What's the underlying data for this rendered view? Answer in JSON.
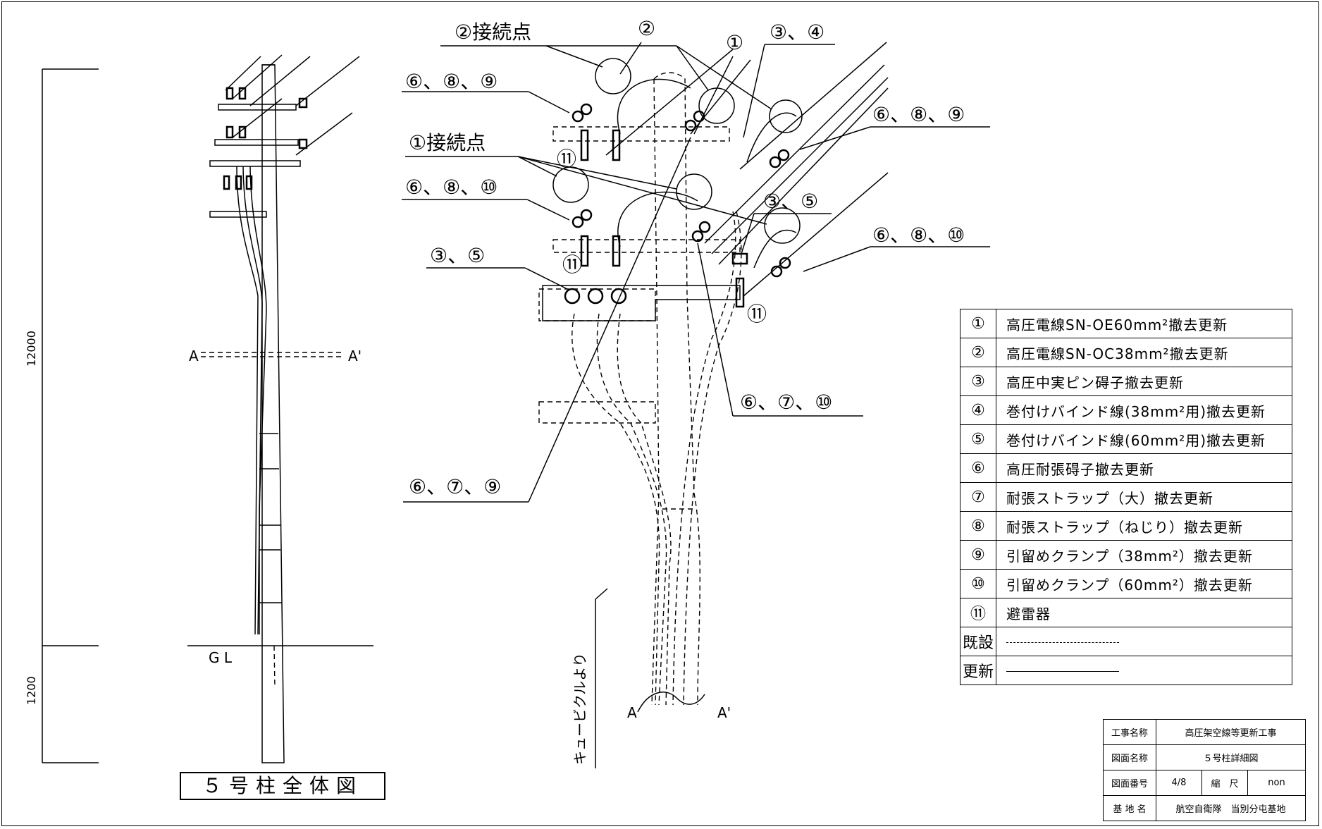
{
  "caption": "５号柱全体図",
  "pole_dims": {
    "upper": "12000",
    "lower": "1200"
  },
  "ground_label": "G L",
  "section": {
    "a": "A",
    "a_prime": "A'"
  },
  "cubicle_label": "キュービクルより",
  "callouts": {
    "conn2": "②接続点",
    "conn1": "①接続点",
    "c2": "②",
    "c1": "①",
    "c34": "③、④",
    "c689_l": "⑥、⑧、⑨",
    "c689_r": "⑥、⑧、⑨",
    "c6810_l": "⑥、⑧、⑩",
    "c6810_r": "⑥、⑧、⑩",
    "c35_r": "③、⑤",
    "c35_l": "③、⑤",
    "c6710": "⑥、⑦、⑩",
    "c679": "⑥、⑦、⑨",
    "c11_a": "⑪",
    "c11_b": "⑪",
    "c11_c": "⑪"
  },
  "legend": [
    {
      "key": "①",
      "text": "高圧電線SN-OE60mm²撤去更新"
    },
    {
      "key": "②",
      "text": "高圧電線SN-OC38mm²撤去更新"
    },
    {
      "key": "③",
      "text": "高圧中実ピン碍子撤去更新"
    },
    {
      "key": "④",
      "text": "巻付けバインド線(38mm²用)撤去更新"
    },
    {
      "key": "⑤",
      "text": "巻付けバインド線(60mm²用)撤去更新"
    },
    {
      "key": "⑥",
      "text": "高圧耐張碍子撤去更新"
    },
    {
      "key": "⑦",
      "text": "耐張ストラップ（大）撤去更新"
    },
    {
      "key": "⑧",
      "text": "耐張ストラップ（ねじり）撤去更新"
    },
    {
      "key": "⑨",
      "text": "引留めクランプ（38mm²）撤去更新"
    },
    {
      "key": "⑩",
      "text": "引留めクランプ（60mm²）撤去更新"
    },
    {
      "key": "⑪",
      "text": "避雷器"
    }
  ],
  "legend_lines": [
    {
      "key": "既設",
      "style": "dashed"
    },
    {
      "key": "更新",
      "style": "solid"
    }
  ],
  "title_block": {
    "project_label": "工事名称",
    "project_value": "高圧架空線等更新工事",
    "drawing_label": "図面名称",
    "drawing_value": "５号柱詳細図",
    "number_label": "図面番号",
    "number_value": "4/8",
    "scale_label": "縮　尺",
    "scale_value": "non",
    "base_label": "基 地 名",
    "base_value": "航空自衛隊　当別分屯基地"
  }
}
